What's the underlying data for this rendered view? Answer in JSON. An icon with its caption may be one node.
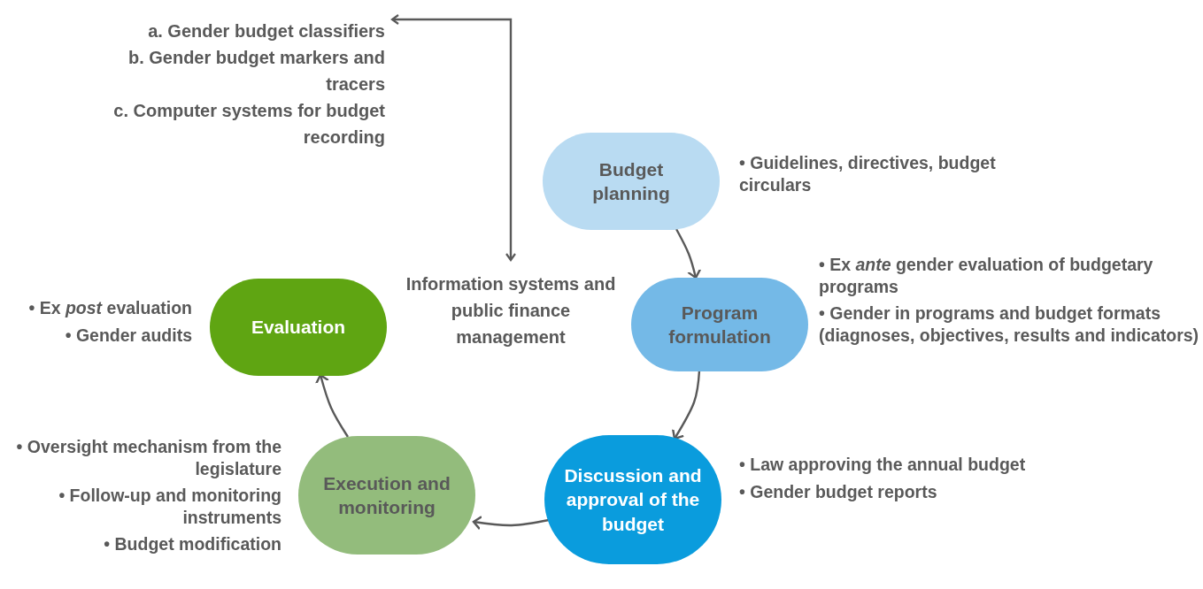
{
  "diagram": {
    "nodes": [
      {
        "text": [
          "Budget planning"
        ],
        "beside": [
          "• Guidelines, directives, budget circulars"
        ]
      },
      {
        "text": [
          "Program formulation"
        ],
        "beside": [
          "• Ex *ante* gender evaluation of budgetary programs",
          "• Gender in programs and budget formats (diagnoses, objectives, results and indicators)"
        ]
      },
      {
        "text": [
          "Discussion and approval of the budget"
        ],
        "beside": [
          "• Law approving the annual budget",
          "• Gender budget reports"
        ]
      },
      {
        "text": [
          "Execution and monitoring"
        ],
        "beside": [
          "• Oversight mechanism from the legislature",
          "• Follow-up and monitoring instruments",
          "• Budget modification"
        ]
      },
      {
        "text": [
          "Evaluation"
        ],
        "beside": [
          "• Ex *post* evaluation",
          "• Gender audits"
        ]
      },
      {
        "text": [
          "Information systems and public finance management"
        ]
      },
      {
        "text": [
          "a. Gender budget classifiers",
          "b. Gender budget markers and tracers",
          "c. Computer systems for budget recording"
        ]
      }
    ],
    "edges": [
      {
        "from": 0,
        "to": 1,
        "arrow": "to"
      },
      {
        "from": 1,
        "to": 2,
        "arrow": "to"
      },
      {
        "from": 2,
        "to": 3,
        "arrow": "to"
      },
      {
        "from": 3,
        "to": 4,
        "arrow": "to"
      },
      {
        "from": 6,
        "to": 5,
        "arrow": "both"
      }
    ]
  }
}
